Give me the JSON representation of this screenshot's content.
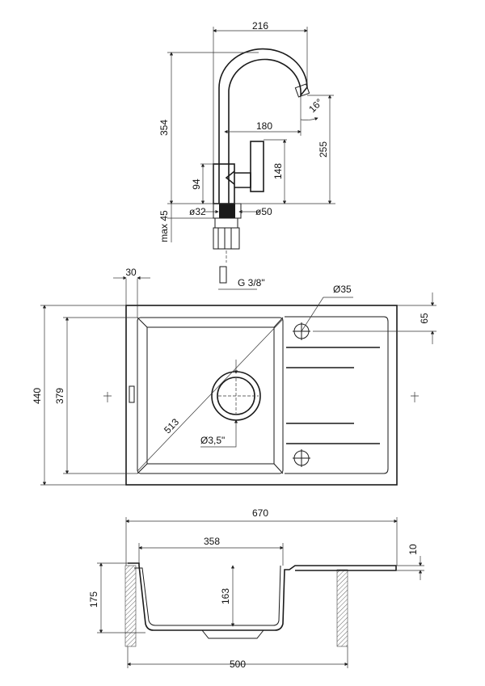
{
  "faucet": {
    "width_216": "216",
    "height_354": "354",
    "reach_180": "180",
    "angle_16": "16°",
    "spout_height_255": "255",
    "handle_148": "148",
    "body_94": "94",
    "hole_32": "ø32",
    "base_50": "ø50",
    "max_45": "max 45",
    "connection": "G 3/8\""
  },
  "sink_top": {
    "offset_30": "30",
    "tap_hole": "Ø35",
    "tap_offset_65": "65",
    "depth_440": "440",
    "bowl_379": "379",
    "diagonal_513": "513",
    "drain": "Ø3,5\""
  },
  "sink_section": {
    "width_670": "670",
    "bowl_358": "358",
    "rim_10": "10",
    "height_175": "175",
    "depth_163": "163",
    "cabinet_500": "500"
  }
}
